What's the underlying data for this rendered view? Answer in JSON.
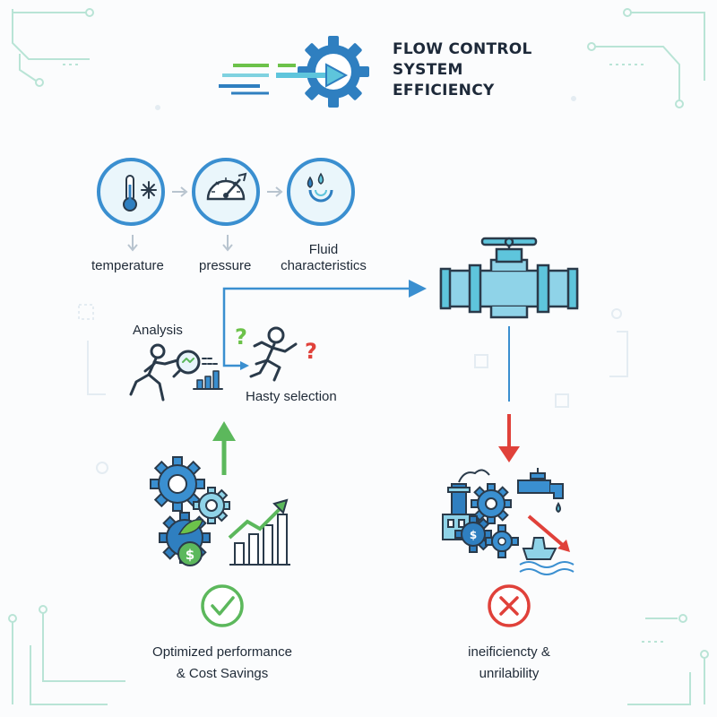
{
  "header": {
    "title_lines": [
      "FLOW CONTROL",
      "SYSTEM",
      "EFFICIENCY"
    ]
  },
  "factors": [
    {
      "label": "temperature",
      "icon": "thermometer-snowflake-icon"
    },
    {
      "label": "pressure",
      "icon": "pressure-gauge-icon"
    },
    {
      "label_lines": [
        "Fluid",
        "characteristics"
      ],
      "icon": "fluid-drops-icon"
    }
  ],
  "analysis": {
    "label": "Analysis",
    "icon": "analyst-magnifier-icon"
  },
  "hasty": {
    "label": "Hasty selection",
    "icon": "running-person-question-icon"
  },
  "valve": {
    "icon": "pipe-valve-icon"
  },
  "outcome_good": {
    "lines": [
      "Optimized performance",
      "& Cost Savings"
    ],
    "icon": "check-circle-icon",
    "colors": {
      "accent": "#5cb85c"
    }
  },
  "outcome_bad": {
    "lines": [
      "ineificiencty &",
      "unrilability"
    ],
    "icon": "x-circle-icon",
    "colors": {
      "accent": "#e0413a"
    }
  },
  "colors": {
    "primary_blue": "#2f7fc0",
    "light_blue": "#8fd3e8",
    "green": "#5cb85c",
    "red": "#e0413a",
    "circuit": "#b9e4d6"
  }
}
